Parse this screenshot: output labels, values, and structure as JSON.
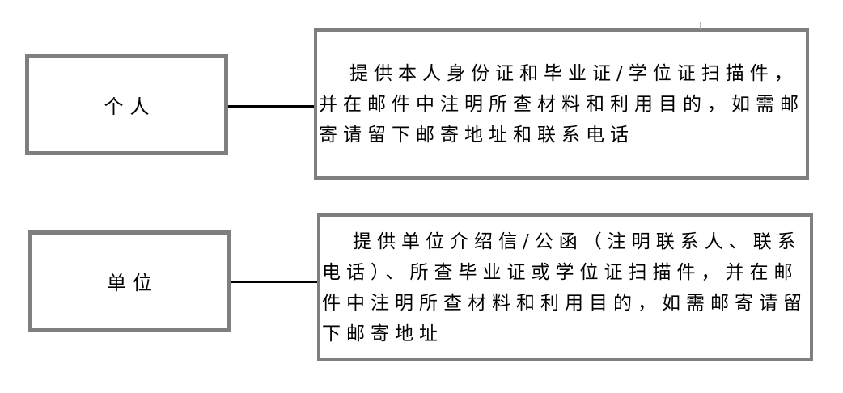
{
  "page": {
    "background": "#ffffff"
  },
  "flowchart": {
    "colors": {
      "box_border": "#7f7f7f",
      "connector": "#000000",
      "text": "#000000",
      "caret_mark": "#b3b3b3"
    },
    "rows": [
      {
        "id": "individual",
        "label": "个人",
        "description": "提供本人身份证和毕业证/学位证扫描件，并在邮件中注明所查材料和利用目的，如需邮寄请留下邮寄地址和联系电话",
        "desc_lines": [
          "提供本人身份证和毕业证/学位证扫描件，",
          "并在邮件中注明所查材料和利用目的，如需邮",
          "寄请留下邮寄地址和联系电话"
        ]
      },
      {
        "id": "organization",
        "label": "单位",
        "description": "提供单位介绍信/公函（注明联系人、联系电话）、所查毕业证或学位证扫描件，并在邮件中注明所查材料和利用目的，如需邮寄请留下邮寄地址",
        "desc_lines": [
          "提供单位介绍信/公函（注明联系人、联系",
          "电话）、所查毕业证或学位证扫描件，并在邮",
          "件中注明所查材料和利用目的，如需邮寄请留",
          "下邮寄地址"
        ]
      }
    ]
  }
}
